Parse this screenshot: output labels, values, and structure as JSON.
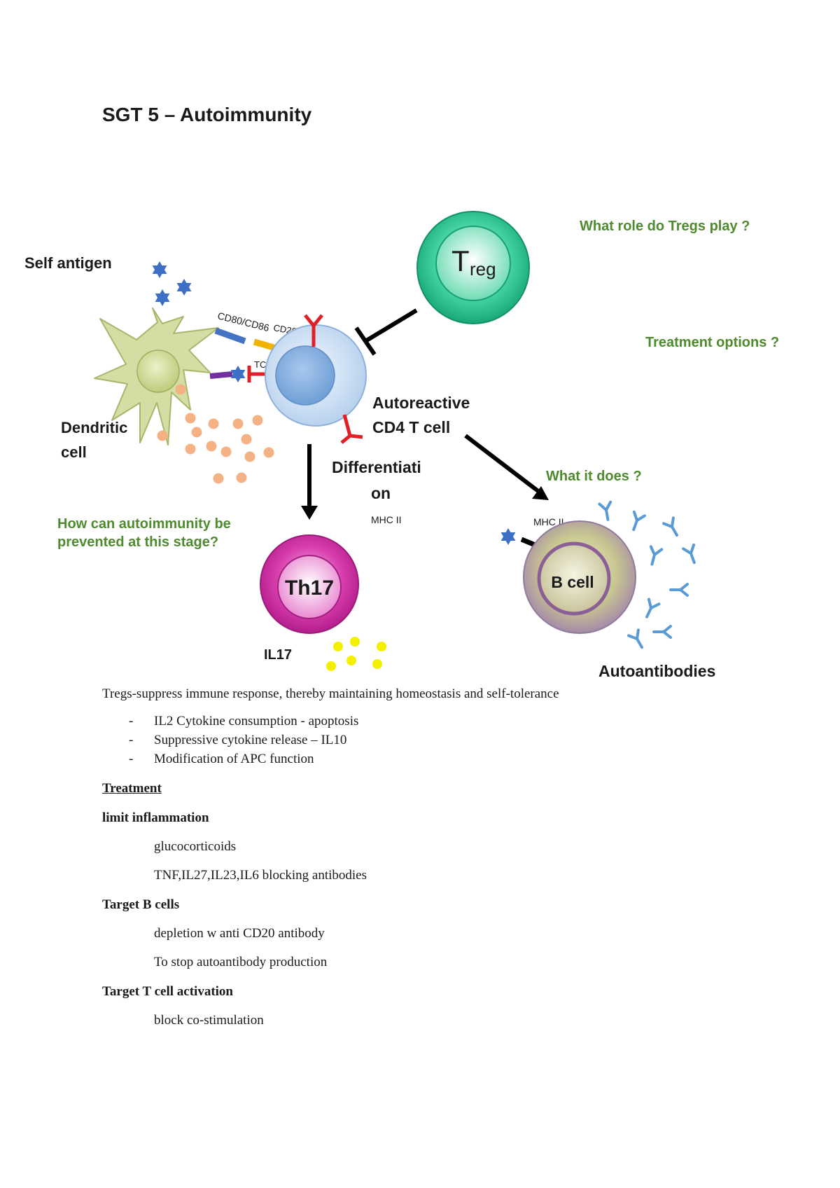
{
  "title": "SGT 5 – Autoimmunity",
  "diagram": {
    "labels": {
      "self_antigen": "Self antigen",
      "dendritic_cell_line1": "Dendritic",
      "dendritic_cell_line2": "cell",
      "cd80_cd86": "CD80/CD86",
      "cd28": "CD28",
      "tcr": "TCR",
      "treg_main": "T",
      "treg_sub": "reg",
      "autoreactive_line1": "Autoreactive",
      "autoreactive_line2": "CD4 T cell",
      "differentiation_line1": "Differentiati",
      "differentiation_line2": "on",
      "mhc_ii_center": "MHC II",
      "mhc_ii_bcell": "MHC II",
      "th17": "Th17",
      "il17": "IL17",
      "b_cell": "B cell",
      "autoantibodies": "Autoantibodies"
    },
    "questions": {
      "treg_role": "What role do Tregs play ?",
      "treatment_options": "Treatment options ?",
      "what_it_does": "What it does ?",
      "prevention_line1": "How can autoimmunity be",
      "prevention_line2": "prevented  at this stage?"
    },
    "colors": {
      "question_text": "#4e8a2e",
      "antigen_star": "#3d6fc4",
      "antibody": "#5b9bd5",
      "tcr_receptor": "#e21f26",
      "cytokine_orange": "#f4b183",
      "il17_yellow": "#f5f000",
      "cd80_bar": "#4472c4",
      "cd28_bar": "#f0b400",
      "mhc_bar": "#7030a0"
    }
  },
  "notes": {
    "intro": "Tregs-suppress immune response, thereby maintaining homeostasis and self-tolerance",
    "bullets": [
      "IL2 Cytokine consumption - apoptosis",
      "Suppressive cytokine release – IL10",
      "Modification of APC function"
    ],
    "treatment_heading": "Treatment",
    "limit_inflammation": {
      "heading": "limit inflammation",
      "items": [
        "glucocorticoids",
        "TNF,IL27,IL23,IL6 blocking antibodies"
      ]
    },
    "target_b_cells": {
      "heading": "Target B cells",
      "items": [
        "depletion w anti CD20 antibody",
        "To stop autoantibody production"
      ]
    },
    "target_t_cells": {
      "heading": "Target T cell activation",
      "items": [
        "block co-stimulation"
      ]
    }
  }
}
